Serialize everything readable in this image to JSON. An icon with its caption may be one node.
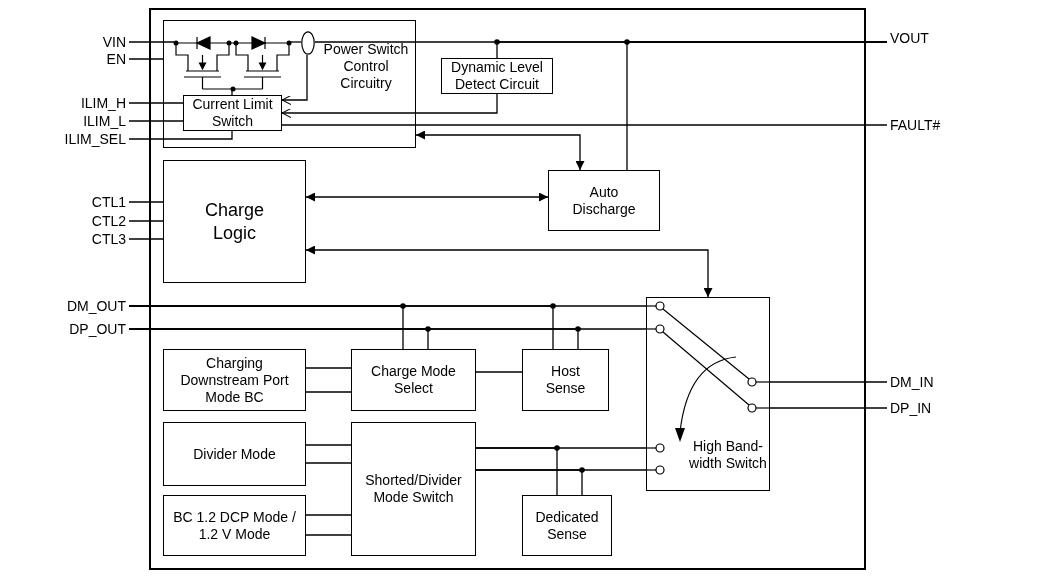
{
  "diagram": {
    "nodes": [
      {
        "text": [
          "VIN"
        ]
      },
      {
        "text": [
          "EN"
        ]
      },
      {
        "text": [
          "ILIM_H"
        ]
      },
      {
        "text": [
          "ILIM_L"
        ]
      },
      {
        "text": [
          "ILIM_SEL"
        ]
      },
      {
        "text": [
          "Power Switch Control Circuitry"
        ]
      },
      {
        "text": [],
        "shape": "circle",
        "in": 5
      },
      {
        "text": [
          "Current Limit Switch"
        ],
        "in": 5
      },
      {
        "text": [
          "Dynamic Level Detect Circuit"
        ]
      },
      {
        "text": [
          "VOUT"
        ]
      },
      {
        "text": [
          "FAULT#"
        ]
      },
      {
        "text": [
          "CTL1"
        ]
      },
      {
        "text": [
          "CTL2"
        ]
      },
      {
        "text": [
          "CTL3"
        ]
      },
      {
        "text": [
          "Charge Logic"
        ]
      },
      {
        "text": [
          "Auto Discharge"
        ]
      },
      {
        "text": [
          "DM_OUT"
        ]
      },
      {
        "text": [
          "DP_OUT"
        ]
      },
      {
        "text": [
          "High Band-width Switch"
        ]
      },
      {
        "text": [
          "DM_IN"
        ]
      },
      {
        "text": [
          "DP_IN"
        ]
      },
      {
        "text": [
          "Charging Downstream Port Mode BC"
        ]
      },
      {
        "text": [
          "Charge Mode Select"
        ]
      },
      {
        "text": [
          "Host Sense"
        ]
      },
      {
        "text": [
          "Divider Mode"
        ]
      },
      {
        "text": [
          "Shorted/Divider Mode Switch"
        ]
      },
      {
        "text": [
          "BC 1.2 DCP Mode / 1.2 V Mode"
        ]
      },
      {
        "text": [
          "Dedicated Sense"
        ]
      },
      {
        "text": [],
        "shape": "transistor",
        "in": 5
      }
    ],
    "edges": [
      {
        "from": 0,
        "to": 28,
        "arrow": "none"
      },
      {
        "from": 6,
        "to": 9,
        "arrow": "none"
      },
      {
        "from": 1,
        "to": 5,
        "arrow": "none"
      },
      {
        "from": 2,
        "to": 7,
        "arrow": "none"
      },
      {
        "from": 3,
        "to": 7,
        "arrow": "none"
      },
      {
        "from": 4,
        "to": 7,
        "arrow": "none"
      },
      {
        "from": 6,
        "to": 7,
        "arrow": "to"
      },
      {
        "from": 9,
        "to": 8,
        "arrow": "none"
      },
      {
        "from": 8,
        "to": 7,
        "arrow": "to"
      },
      {
        "from": 7,
        "to": 10,
        "arrow": "none"
      },
      {
        "from": 5,
        "to": 15,
        "arrow": "both"
      },
      {
        "from": 15,
        "to": 9,
        "arrow": "none"
      },
      {
        "from": 11,
        "to": 14,
        "arrow": "none"
      },
      {
        "from": 12,
        "to": 14,
        "arrow": "none"
      },
      {
        "from": 13,
        "to": 14,
        "arrow": "none"
      },
      {
        "from": 14,
        "to": 15,
        "arrow": "both"
      },
      {
        "from": 14,
        "to": 18,
        "arrow": "both"
      },
      {
        "from": 16,
        "to": 22,
        "arrow": "none"
      },
      {
        "from": 17,
        "to": 22,
        "arrow": "none"
      },
      {
        "from": 16,
        "to": 23,
        "arrow": "none"
      },
      {
        "from": 17,
        "to": 23,
        "arrow": "none"
      },
      {
        "from": 16,
        "to": 18,
        "arrow": "none"
      },
      {
        "from": 17,
        "to": 18,
        "arrow": "none"
      },
      {
        "from": 18,
        "to": 19,
        "arrow": "none"
      },
      {
        "from": 18,
        "to": 20,
        "arrow": "none"
      },
      {
        "from": 21,
        "to": 22,
        "arrow": "none"
      },
      {
        "from": 21,
        "to": 22,
        "arrow": "none"
      },
      {
        "from": 22,
        "to": 23,
        "arrow": "none"
      },
      {
        "from": 24,
        "to": 25,
        "arrow": "none"
      },
      {
        "from": 24,
        "to": 25,
        "arrow": "none"
      },
      {
        "from": 26,
        "to": 25,
        "arrow": "none"
      },
      {
        "from": 26,
        "to": 25,
        "arrow": "none"
      },
      {
        "from": 25,
        "to": 18,
        "arrow": "none"
      },
      {
        "from": 25,
        "to": 18,
        "arrow": "none"
      },
      {
        "from": 25,
        "to": 27,
        "arrow": "none"
      },
      {
        "from": 25,
        "to": 27,
        "arrow": "none"
      },
      {
        "from": 28,
        "to": 6,
        "arrow": "none"
      },
      {
        "from": 28,
        "to": 7,
        "arrow": "none"
      }
    ]
  }
}
